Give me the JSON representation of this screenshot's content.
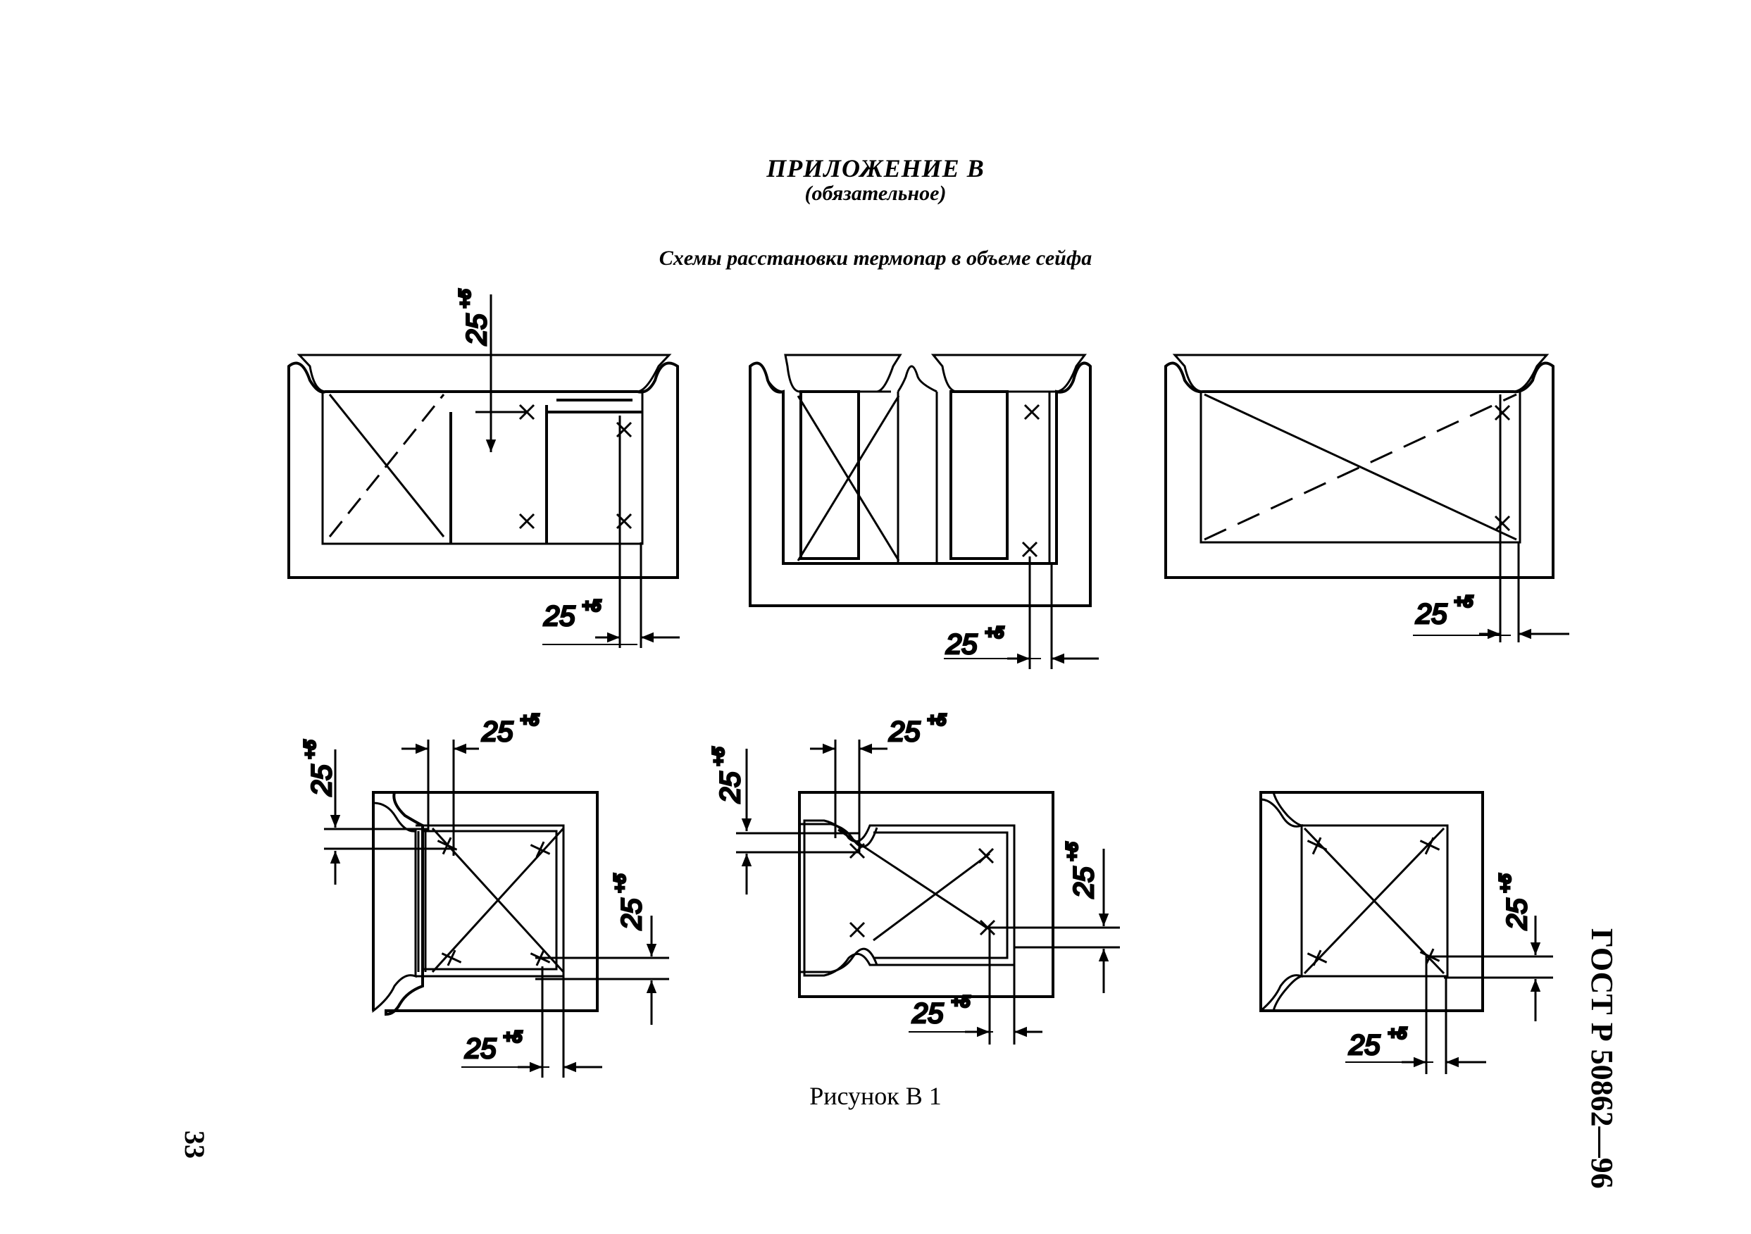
{
  "header": {
    "appendix_title": "ПРИЛОЖЕНИЕ В",
    "appendix_status": "(обязательное)",
    "subtitle": "Схемы расстановки термопар в объеме сейфа"
  },
  "figure": {
    "caption": "Рисунок В 1",
    "dim_value": "25",
    "dim_tolerance": "+5"
  },
  "page_number": "33",
  "document_code": "ГОСТ Р 50862—96"
}
